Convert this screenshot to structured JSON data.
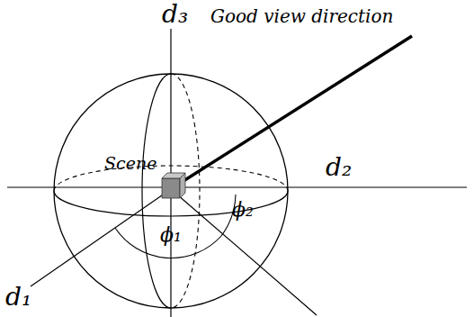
{
  "diagram": {
    "labels": [
      "d₃",
      "Good view direction",
      "Scene",
      "d₂",
      "ϕ₂",
      "ϕ₁",
      "d₁"
    ]
  }
}
